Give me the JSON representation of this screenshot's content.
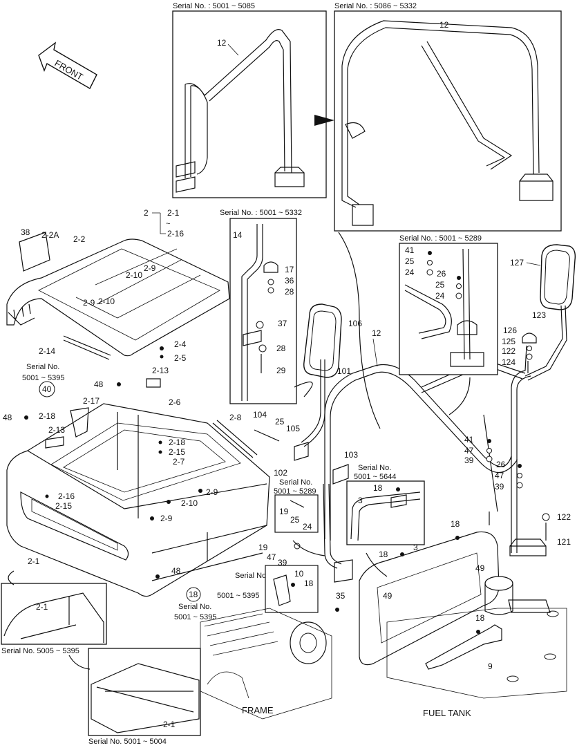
{
  "boxes": {
    "top_left_caption": "Serial No. : 5001 ~ 5085",
    "top_right_caption": "Serial No. : 5086 ~ 5332",
    "mid_caption": "Serial No. : 5001 ~ 5332",
    "right_caption": "Serial No. : 5001 ~ 5289",
    "bottom_left_caption": "Serial No. 5005 ~ 5395",
    "bottom_caption": "Serial No. 5001 ~ 5004"
  },
  "labels": {
    "front": "FRONT",
    "frame": "FRAME",
    "fuel_tank": "FUEL TANK"
  },
  "callouts": {
    "sn_40_a": "Serial No.",
    "sn_40_b": "5001 ~ 5395",
    "sn_18_a": "Serial No.",
    "sn_18_b": "5001 ~ 5395",
    "sn_small_a": "Serial No.",
    "sn_small_b": "5001 ~ 5289",
    "sn_103_a": "Serial No.",
    "sn_103_b": "5001 ~ 5644",
    "sn_10_a": "Serial No.",
    "sn_10_b": "5001 ~ 5395",
    "group_2": "2",
    "group_2_1": "2-1",
    "group_tilde": "~",
    "group_2_16": "2-16"
  },
  "parts": {
    "p12a": "12",
    "p12b": "12",
    "p12c": "12",
    "p38": "38",
    "p2_2A": "2-2A",
    "p2_2": "2-2",
    "p2_9a": "2-9",
    "p2_10a": "2-10",
    "p2_9b": "2-9",
    "p2_10b": "2-10",
    "p2_14": "2-14",
    "p2_4": "2-4",
    "p2_5": "2-5",
    "p2_13a": "2-13",
    "p2_13b": "2-13",
    "p48a": "48",
    "p48b": "48",
    "p48c": "48",
    "p40": "40",
    "p18circ": "18",
    "p2_17": "2-17",
    "p2_18a": "2-18",
    "p2_6": "2-6",
    "p2_18b": "2-18",
    "p2_15a": "2-15",
    "p2_7": "2-7",
    "p2_16": "2-16",
    "p2_15b": "2-15",
    "p2_8": "2-8",
    "p2_9c": "2-9",
    "p2_10c": "2-10",
    "p2_9d": "2-9",
    "p2_1a": "2-1",
    "p2_1b": "2-1",
    "p2_1c": "2-1",
    "p14": "14",
    "p17": "17",
    "p36": "36",
    "p28a": "28",
    "p37": "37",
    "p28b": "28",
    "p29": "29",
    "p106": "106",
    "p101": "101",
    "p104": "104",
    "p25a": "25",
    "p105": "105",
    "p102": "102",
    "p103": "103",
    "p19a": "19",
    "p25b": "25",
    "p24a": "24",
    "p19b": "19",
    "p47a": "47",
    "p39a": "39",
    "p10": "10",
    "p18a": "18",
    "p35": "35",
    "p41a": "41",
    "p25c": "25",
    "p24b": "24",
    "p26a": "26",
    "p25d": "25",
    "p24c": "24",
    "p127": "127",
    "p123": "123",
    "p126": "126",
    "p125": "125",
    "p122a": "122",
    "p124": "124",
    "p41b": "41",
    "p47b": "47",
    "p39b": "39",
    "p26b": "26",
    "p47c": "47",
    "p39c": "39",
    "p122b": "122",
    "p121": "121",
    "p3a": "3",
    "p18b": "18",
    "p18c": "18",
    "p3b": "3",
    "p18d": "18",
    "p49a": "49",
    "p49b": "49",
    "p18e": "18",
    "p9": "9"
  }
}
